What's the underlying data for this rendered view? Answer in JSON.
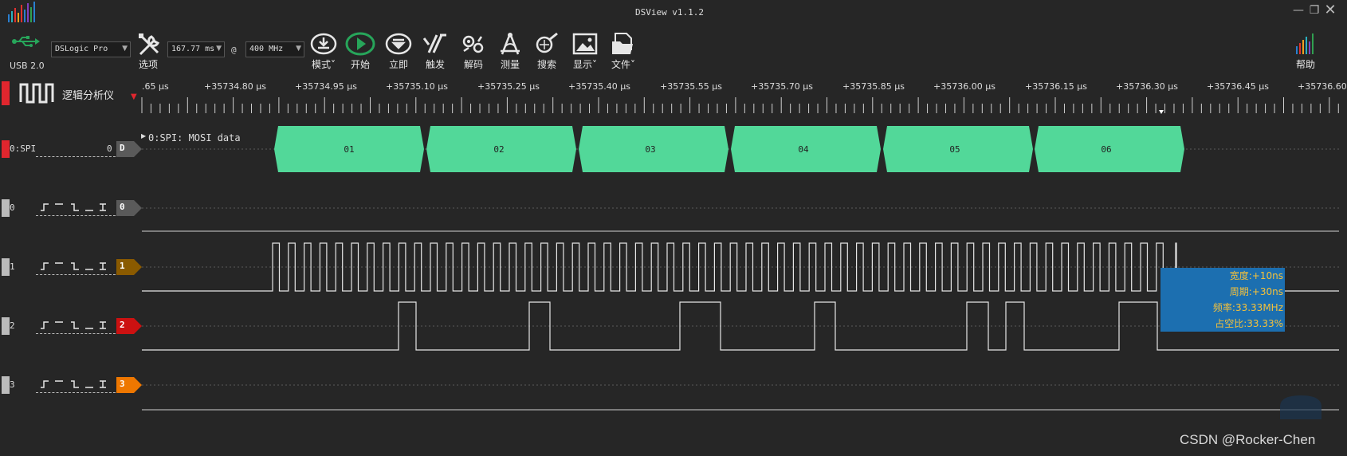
{
  "window": {
    "title": "DSView v1.1.2",
    "minimize_icon": "minimize-icon",
    "restore_icon": "restore-icon",
    "close_icon": "close-icon"
  },
  "toolbar": {
    "usb_label": "USB 2.0",
    "device": "DSLogic Pro",
    "options_label": "选项",
    "sample_time": "167.77 ms",
    "at": "@",
    "sample_rate": "400 MHz",
    "mode_label": "模式",
    "start_label": "开始",
    "instant_label": "立即",
    "trigger_label": "触发",
    "decode_label": "解码",
    "measure_label": "测量",
    "search_label": "搜索",
    "display_label": "显示",
    "file_label": "文件",
    "help_label": "帮助"
  },
  "header": {
    "logic_analyzer_label": "逻辑分析仪"
  },
  "ruler": {
    "labels": [
      ".65 μs",
      "+35734.80 μs",
      "+35734.95 μs",
      "+35735.10 μs",
      "+35735.25 μs",
      "+35735.40 μs",
      "+35735.55 μs",
      "+35735.70 μs",
      "+35735.85 μs",
      "+35736.00 μs",
      "+35736.15 μs",
      "+35736.30 μs",
      "+35736.45 μs",
      "+35736.60"
    ]
  },
  "decoder": {
    "name": "0:SPI",
    "count": "0",
    "tag": "D",
    "title": "0:SPI: MOSI data",
    "bytes": [
      "01",
      "02",
      "03",
      "04",
      "05",
      "06"
    ]
  },
  "channels": [
    {
      "name": "0",
      "tag": "0",
      "color": "#5a5a5a"
    },
    {
      "name": "1",
      "tag": "1",
      "color": "#8a5a00"
    },
    {
      "name": "2",
      "tag": "2",
      "color": "#cc1111"
    },
    {
      "name": "3",
      "tag": "3",
      "color": "#ee7700"
    }
  ],
  "measurement": {
    "width": "宽度:+10ns",
    "period": "周期:+30ns",
    "frequency": "频率:33.33MHz",
    "duty_cycle": "占空比:33.33%"
  },
  "watermark": "CSDN @Rocker-Chen",
  "colors": {
    "background": "#262626",
    "decoder_fill": "#52d899",
    "measure_box": "#1c6fb0",
    "measure_text": "#f5c13a",
    "marker_red": "#e0262e",
    "usb_green": "#27a55a"
  }
}
